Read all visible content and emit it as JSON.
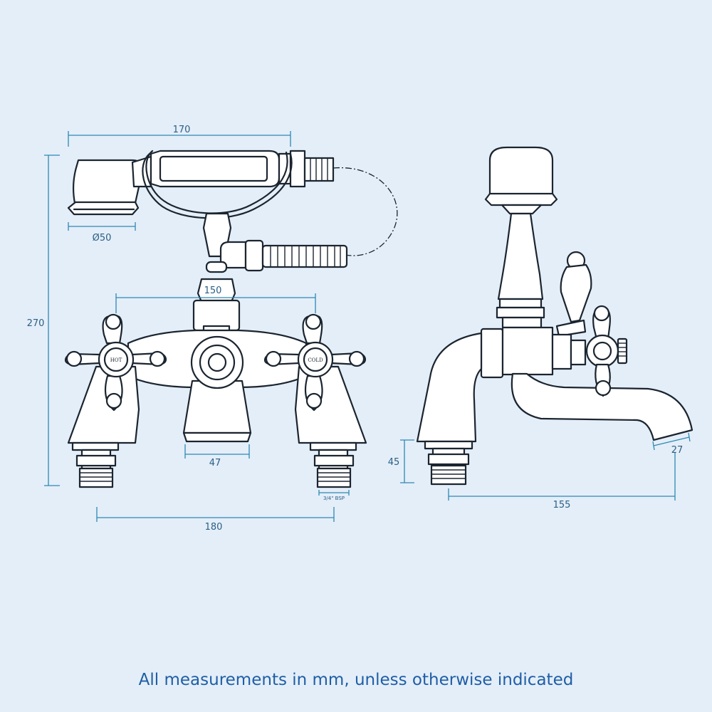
{
  "dimensions": {
    "handset_length": "170",
    "handset_diameter": "Ø50",
    "overall_height": "270",
    "valve_centres": "150",
    "spout_width": "47",
    "tail_size": "3/4\" BSP",
    "base_width": "180",
    "base_height": "45",
    "spout_projection": "155",
    "spout_outlet": "27"
  },
  "valve_labels": {
    "hot": "HOT",
    "cold": "COLD"
  },
  "footer": "All measurements in mm, unless otherwise indicated",
  "colors": {
    "background": "#e4eef8",
    "dimension": "#2d89b4",
    "outline": "#1b2530",
    "footer": "#1f5ea6"
  }
}
